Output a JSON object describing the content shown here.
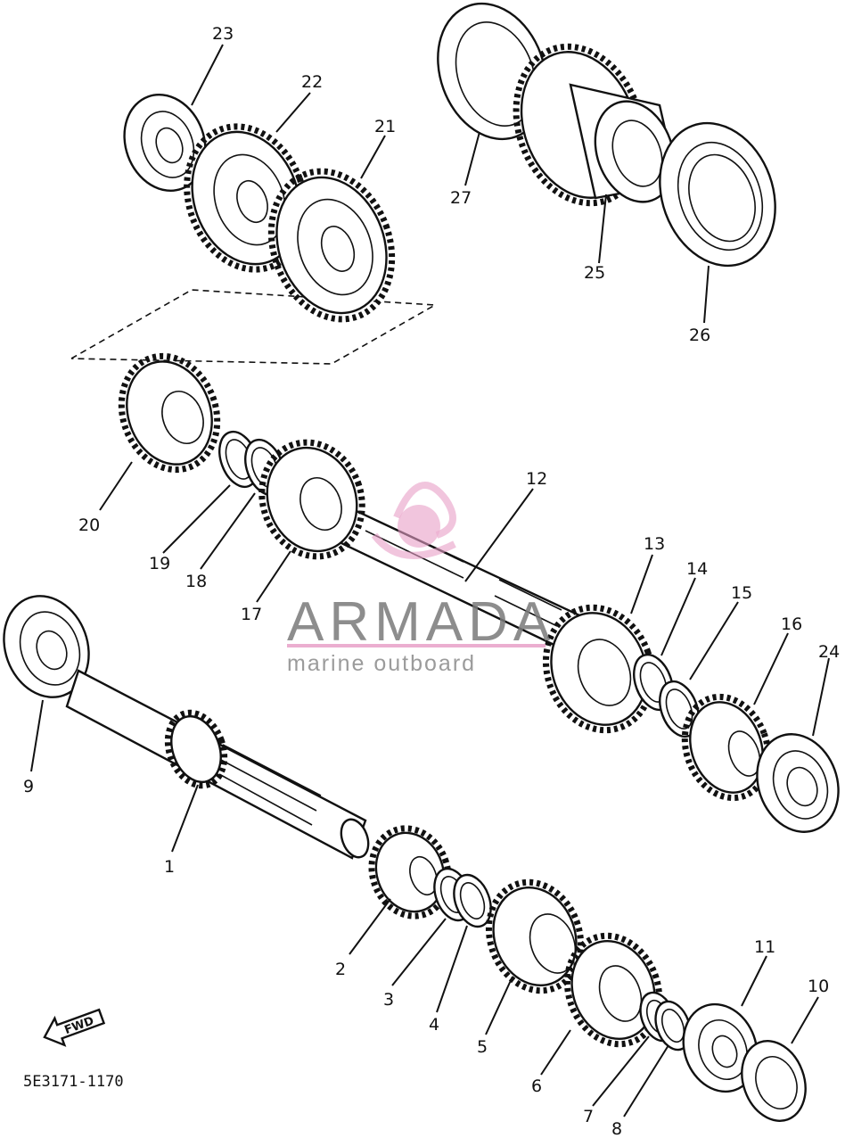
{
  "diagram": {
    "part_number": "5E3171-1170",
    "direction_label": "FWD",
    "callouts": [
      "1",
      "2",
      "3",
      "4",
      "5",
      "6",
      "7",
      "8",
      "9",
      "10",
      "11",
      "12",
      "13",
      "14",
      "15",
      "16",
      "17",
      "18",
      "19",
      "20",
      "21",
      "22",
      "23",
      "24",
      "25",
      "26",
      "27"
    ]
  },
  "watermark": {
    "brand": "ARMADA",
    "tagline": "marine outboard",
    "accent_color": "#e8a0c8",
    "text_color": "#7a7a7a"
  }
}
